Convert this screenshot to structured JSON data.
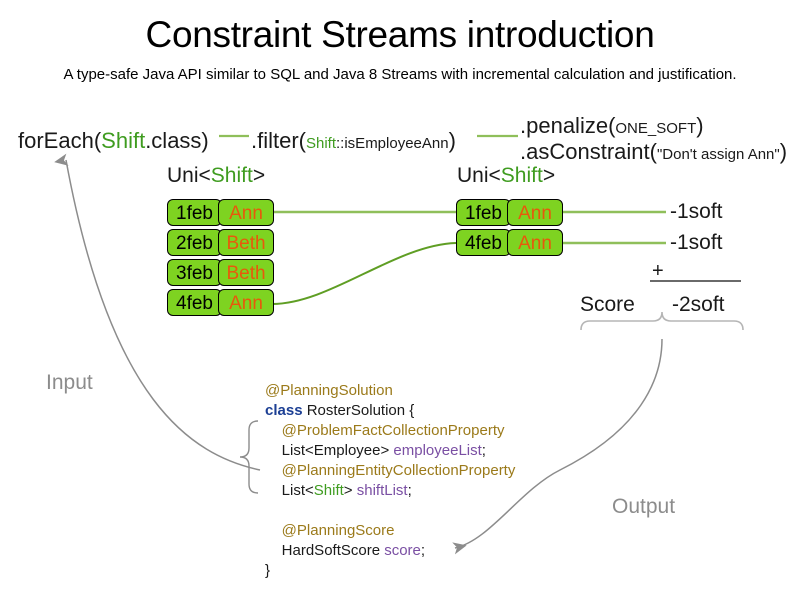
{
  "header": {
    "title": "Constraint Streams introduction",
    "subtitle": "A type-safe Java API similar to SQL and Java 8 Streams with incremental calculation and justification."
  },
  "pipeline": {
    "foreach": {
      "prefix": "forEach(",
      "type": "Shift",
      "suffix": ".class)"
    },
    "filter": {
      "prefix": ".filter(",
      "type": "Shift",
      "method": "::isEmployeeAnn",
      "suffix": ")"
    },
    "penalize": {
      "prefix": ".penalize(",
      "arg": "ONE_SOFT",
      "suffix": ")"
    },
    "as_constraint": {
      "prefix": ".asConstraint(",
      "arg": "\"Don't assign Ann\"",
      "suffix": ")"
    },
    "connector_color": "#8fbf5a"
  },
  "streams": {
    "left": {
      "label_prefix": "Uni<",
      "label_type": "Shift",
      "label_suffix": ">",
      "tuples": [
        {
          "date": "1feb",
          "employee": "Ann"
        },
        {
          "date": "2feb",
          "employee": "Beth"
        },
        {
          "date": "3feb",
          "employee": "Beth"
        },
        {
          "date": "4feb",
          "employee": "Ann"
        }
      ]
    },
    "right": {
      "label_prefix": "Uni<",
      "label_type": "Shift",
      "label_suffix": ">",
      "tuples": [
        {
          "date": "1feb",
          "employee": "Ann"
        },
        {
          "date": "4feb",
          "employee": "Ann"
        }
      ]
    },
    "box_fill": "#7ed321",
    "date_color": "#000000",
    "employee_color": "#e8590c"
  },
  "score": {
    "penalties": [
      "-1soft",
      "-1soft"
    ],
    "operator": "+",
    "label": "Score",
    "total": "-2soft"
  },
  "flow": {
    "input_label": "Input",
    "output_label": "Output",
    "arrow_color": "#8c8c8c"
  },
  "code": {
    "lines": [
      {
        "indent": 0,
        "parts": [
          {
            "t": "@PlanningSolution",
            "c": "ann"
          }
        ]
      },
      {
        "indent": 0,
        "parts": [
          {
            "t": "class ",
            "c": "kw"
          },
          {
            "t": "RosterSolution {",
            "c": "pl"
          }
        ]
      },
      {
        "indent": 1,
        "parts": [
          {
            "t": "@ProblemFactCollectionProperty",
            "c": "ann"
          }
        ]
      },
      {
        "indent": 1,
        "parts": [
          {
            "t": "List<Employee> ",
            "c": "pl"
          },
          {
            "t": "employeeList",
            "c": "var"
          },
          {
            "t": ";",
            "c": "pl"
          }
        ]
      },
      {
        "indent": 1,
        "parts": [
          {
            "t": "@PlanningEntityCollectionProperty",
            "c": "ann"
          }
        ]
      },
      {
        "indent": 1,
        "parts": [
          {
            "t": "List<",
            "c": "pl"
          },
          {
            "t": "Shift",
            "c": "grn"
          },
          {
            "t": "> ",
            "c": "pl"
          },
          {
            "t": "shiftList",
            "c": "var"
          },
          {
            "t": ";",
            "c": "pl"
          }
        ]
      },
      {
        "indent": 0,
        "parts": [
          {
            "t": "",
            "c": "pl"
          }
        ]
      },
      {
        "indent": 1,
        "parts": [
          {
            "t": "@PlanningScore",
            "c": "ann"
          }
        ]
      },
      {
        "indent": 1,
        "parts": [
          {
            "t": "HardSoftScore ",
            "c": "pl"
          },
          {
            "t": "score",
            "c": "var"
          },
          {
            "t": ";",
            "c": "pl"
          }
        ]
      },
      {
        "indent": 0,
        "parts": [
          {
            "t": "}",
            "c": "pl"
          }
        ]
      }
    ]
  }
}
